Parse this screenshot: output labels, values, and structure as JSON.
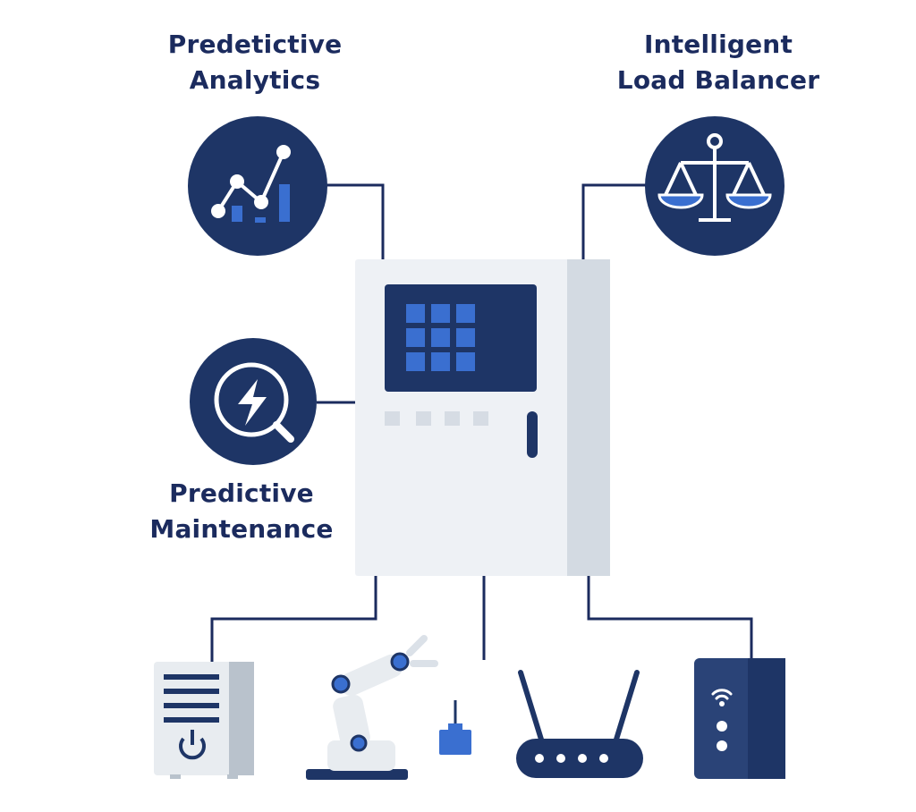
{
  "labels": {
    "predictive_analytics": {
      "line1": "Predetictive",
      "line2": "Analytics"
    },
    "load_balancer": {
      "line1": "Intelligent",
      "line2": "Load Balancer"
    },
    "predictive_maintenance": {
      "line1": "Predictive",
      "line2": "Maintenance"
    }
  },
  "icons": {
    "analytics": "line-chart-icon",
    "balancer": "balance-scale-icon",
    "maintenance": "magnifier-lightning-icon",
    "central": "control-cabinet-icon",
    "device_1": "power-supply-unit-icon",
    "device_2": "robotic-arm-icon",
    "device_3": "sensor-icon",
    "device_4": "wifi-router-icon",
    "device_5": "wireless-hub-icon"
  },
  "colors": {
    "navy": "#1e3566",
    "blue": "#3a6fd0",
    "line": "#1b2b5e",
    "cabinet": "#eef1f5",
    "cabinet_side": "#d3dae2"
  }
}
